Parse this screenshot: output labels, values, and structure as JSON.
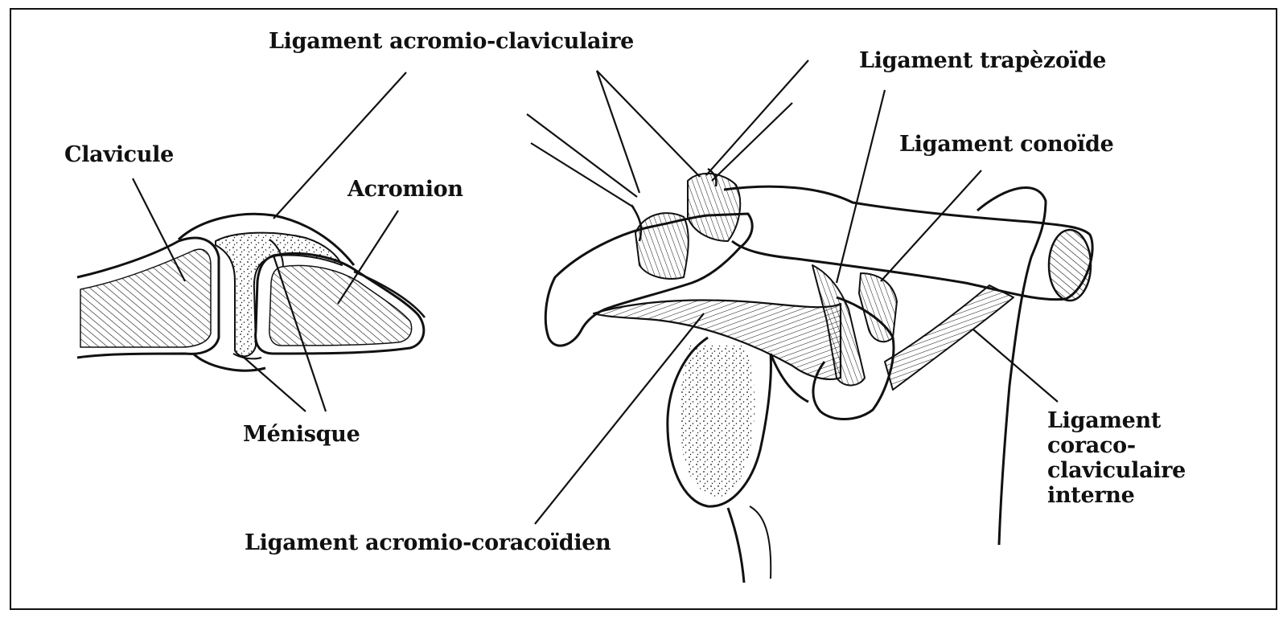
{
  "labels": {
    "acromio_claviculaire": "Ligament acromio-claviculaire",
    "trapezoide": "Ligament trapèzoïde",
    "conoide": "Ligament conoïde",
    "clavicule": "Clavicule",
    "acromion": "Acromion",
    "menisque": "Ménisque",
    "coraco_claviculaire_interne": [
      "Ligament",
      "coraco-",
      "claviculaire",
      "interne"
    ],
    "acromio_coracoidien": "Ligament acromio-coracoïdien"
  },
  "colors": {
    "ink": "#111111",
    "paper": "#ffffff"
  }
}
